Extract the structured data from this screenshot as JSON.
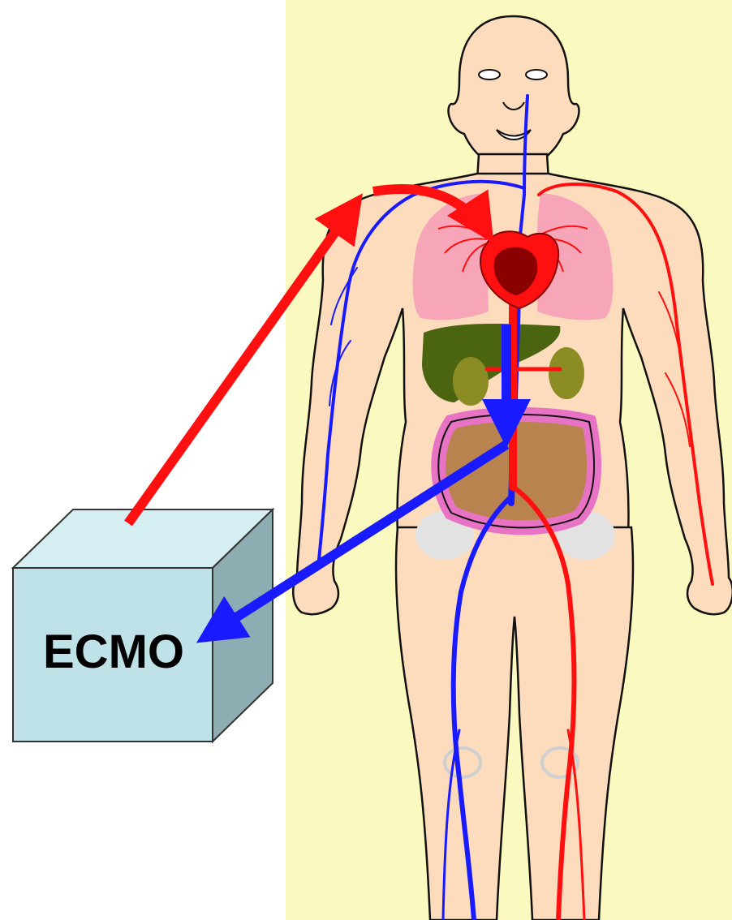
{
  "ecmo_box": {
    "label": "ECMO"
  },
  "colors": {
    "background_panel": "#fafac0",
    "skin": "#fcdcbc",
    "outline": "#111111",
    "artery": "#ff1010",
    "vein": "#1a1aff",
    "lung": "#f7a6b9",
    "heart": "#8a0000",
    "liver": "#4a6410",
    "kidney": "#8c8c25",
    "intestine_large": "#e873c4",
    "intestine_small": "#b9834f",
    "pelvis": "#e0e0e0",
    "ecmo_front": "#bfe2e8",
    "ecmo_top": "#d4eef2",
    "ecmo_side": "#8eadb3"
  },
  "flows": {
    "return_to_body": "artery",
    "drainage_from_body": "vein"
  }
}
